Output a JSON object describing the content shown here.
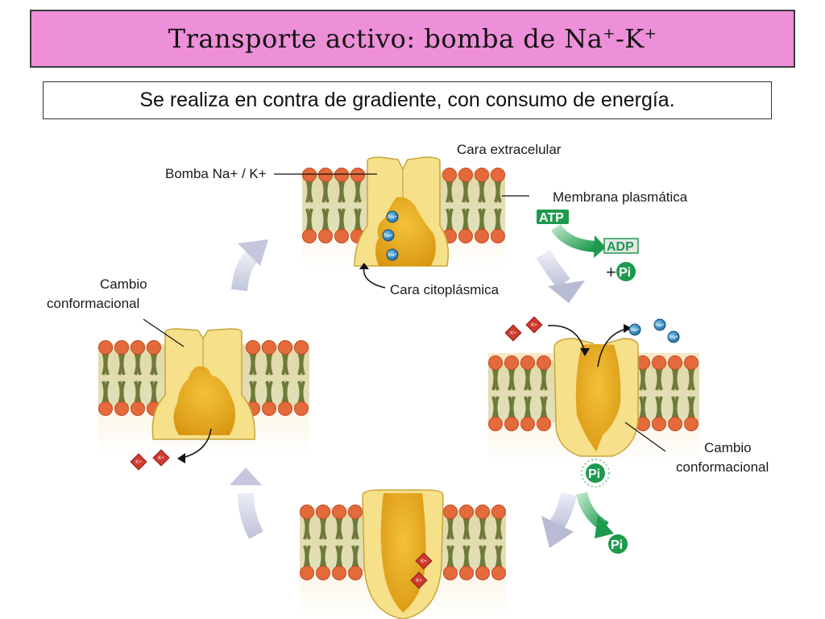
{
  "title": {
    "main": "Transporte activo: bomba de Na",
    "sup1": "+",
    "mid": "-K",
    "sup2": "+"
  },
  "subtitle": "Se realiza en contra de gradiente, con consumo de energía.",
  "labels": {
    "extracellular": "Cara extracelular",
    "pump": "Bomba Na+ / K+",
    "membrane": "Membrana plasmática",
    "cytoplasmic": "Cara citoplásmica",
    "conformational_left_1": "Cambio",
    "conformational_left_2": "conformacional",
    "conformational_right_1": "Cambio",
    "conformational_right_2": "conformacional"
  },
  "molecules": {
    "atp": "ATP",
    "adp": "ADP",
    "pi": "Pi",
    "plus": "+"
  },
  "ions": {
    "na": "Na+",
    "k": "K+"
  },
  "colors": {
    "title_bg": "#ee8fd9",
    "lipid_head": "#e46a3c",
    "lipid_tail": "#6e7a3a",
    "membrane_bg": "#f6e5bf",
    "protein_outer": "#f6e08a",
    "protein_inner": "#e3a919",
    "na_ion": "#2f8fc4",
    "k_ion": "#d03a2e",
    "energy_green": "#1e9a4e",
    "cycle_arrow": "#c9cbe0"
  }
}
